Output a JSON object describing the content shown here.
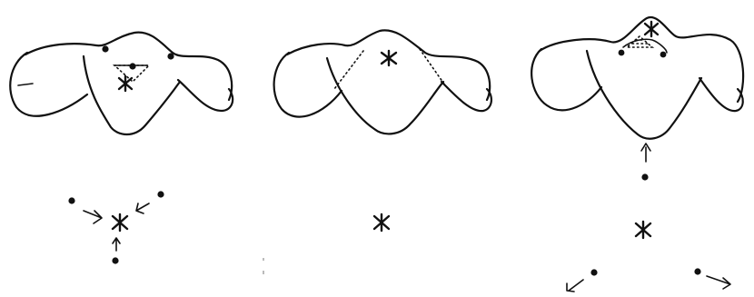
{
  "figure": {
    "panels": [
      {
        "id": "panel-1",
        "surface": "saddle-surface",
        "critical_points": 3,
        "merge": true
      },
      {
        "id": "panel-2",
        "surface": "saddle-surface",
        "critical_points": 1,
        "merge": false
      },
      {
        "id": "panel-3",
        "surface": "saddle-surface",
        "critical_points": 3,
        "split": true
      }
    ],
    "colors": {
      "ink": "#111111",
      "background": "#ffffff"
    }
  }
}
